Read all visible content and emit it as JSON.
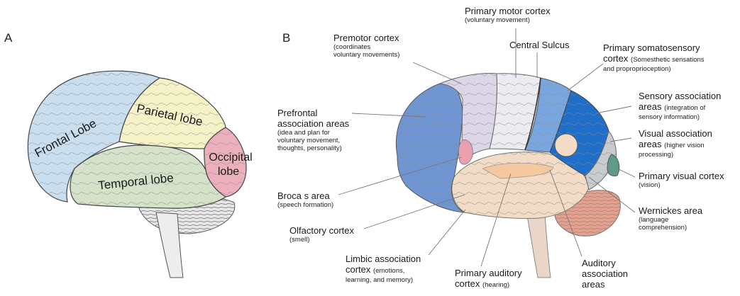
{
  "panels": {
    "a": "A",
    "b": "B"
  },
  "colors": {
    "frontal": "#c9dff0",
    "parietal": "#f6f2c8",
    "occipital": "#ecb0bc",
    "temporal": "#d4e2c9",
    "cerebellum": "#e6e6e6",
    "prefrontal": "#6f95d2",
    "premotor": "#ddd6e8",
    "motor": "#ecebf2",
    "somatosensory": "#7aa6e0",
    "sensory_assoc": "#1f6fc9",
    "visual_assoc": "#c8cbd0",
    "visual_primary": "#5f9a8a",
    "temporal_b": "#f2dcc6",
    "auditory": "#f4c9a0",
    "limbic": "#e9a0b0",
    "cerebellum_b": "#e4a08c"
  },
  "panel_a": {
    "lobes": {
      "frontal": "Frontal Lobe",
      "parietal": "Parietal lobe",
      "occipital_1": "Occipital",
      "occipital_2": "lobe",
      "temporal": "Temporal lobe"
    }
  },
  "labels": {
    "primary_motor": {
      "title": "Primary motor cortex",
      "sub": "(voluntary movement)"
    },
    "premotor": {
      "title": "Premotor cortex",
      "sub1": "(coordinates",
      "sub2": "voluntary movements)"
    },
    "central_sulcus": {
      "title": "Central Sulcus"
    },
    "somatosensory": {
      "title1": "Primary somatosensory",
      "title2": "cortex",
      "sub_inline": "(Somesthetic sensations",
      "sub2": "and proproprioception)"
    },
    "prefrontal": {
      "title1": "Prefrontal",
      "title2": "association areas",
      "sub1": "(idea and plan for",
      "sub2": "voluntary movement,",
      "sub3": "thoughts, personality)"
    },
    "sensory_assoc": {
      "title1": "Sensory association",
      "title2": "areas",
      "sub_inline": "(integration of",
      "sub2": "sensory information)"
    },
    "visual_assoc": {
      "title1": "Visual association",
      "title2": "areas",
      "sub_inline": "(higher vision",
      "sub2": "processing)"
    },
    "primary_visual": {
      "title": "Primary visual cortex",
      "sub": "(vision)"
    },
    "broca": {
      "title": "Broca s area",
      "sub": "(speech formation)"
    },
    "wernicke": {
      "title": "Wernickes area",
      "sub1": "(language",
      "sub2": "comprehension)"
    },
    "olfactory": {
      "title": "Olfactory cortex",
      "sub": "(smell)"
    },
    "limbic": {
      "title1": "Limbic association",
      "title2": "cortex",
      "sub_inline": "(emotions,",
      "sub2": "learning, and memory)"
    },
    "primary_auditory": {
      "title1": "Primary auditory",
      "title2": "cortex",
      "sub_inline": "(hearing)"
    },
    "auditory_assoc": {
      "title1": "Auditory",
      "title2": "association",
      "title3": "areas"
    }
  }
}
